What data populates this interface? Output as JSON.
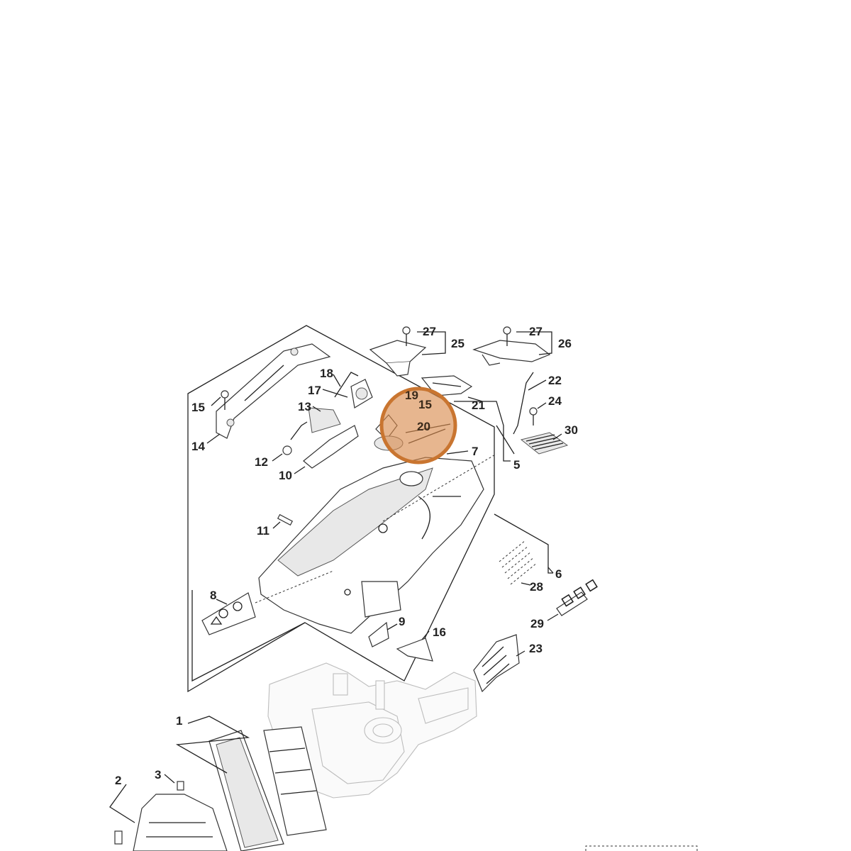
{
  "diagram": {
    "callouts": [
      "1",
      "2",
      "3",
      "5",
      "6",
      "7",
      "8",
      "9",
      "10",
      "11",
      "12",
      "13",
      "14",
      "15",
      "15",
      "16",
      "17",
      "18",
      "19",
      "20",
      "21",
      "22",
      "23",
      "24",
      "25",
      "26",
      "27",
      "27",
      "28",
      "29",
      "30"
    ],
    "highlight": {
      "labels": [
        "15",
        "20"
      ],
      "color": "#d9894a"
    }
  }
}
